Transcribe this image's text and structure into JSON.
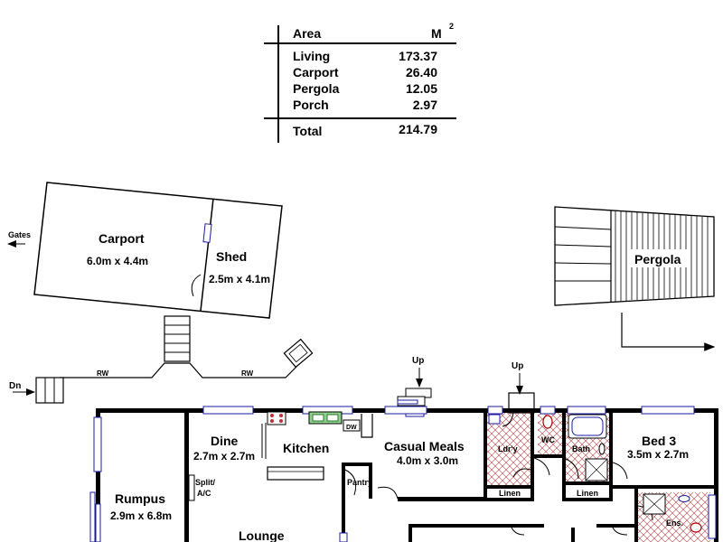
{
  "area_table": {
    "header_area": "Area",
    "header_unit": "M",
    "header_sup": "2",
    "rows": [
      {
        "name": "Living",
        "value": "173.37"
      },
      {
        "name": "Carport",
        "value": "26.40"
      },
      {
        "name": "Pergola",
        "value": "12.05"
      },
      {
        "name": "Porch",
        "value": "2.97"
      }
    ],
    "total_label": "Total",
    "total_value": "214.79"
  },
  "outbuildings": {
    "carport": {
      "name": "Carport",
      "dims": "6.0m x 4.4m"
    },
    "shed": {
      "name": "Shed",
      "dims": "2.5m x 4.1m"
    },
    "pergola": {
      "name": "Pergola"
    },
    "gates": "Gates",
    "dn": "Dn",
    "rw1": "RW",
    "rw2": "RW"
  },
  "house": {
    "up1": "Up",
    "up2": "Up",
    "dine": {
      "name": "Dine",
      "dims": "2.7m x 2.7m"
    },
    "kitchen": {
      "name": "Kitchen"
    },
    "dw": "DW",
    "casual": {
      "name": "Casual Meals",
      "dims": "4.0m x 3.0m"
    },
    "pantry": "Pantry",
    "laundry": "Ldr'y",
    "wc": "WC",
    "bath": "Bath",
    "linen1": "Linen",
    "linen2": "Linen",
    "bed3": {
      "name": "Bed 3",
      "dims": "3.5m x 2.7m"
    },
    "ens": "Ens.",
    "split1": "Split/",
    "split2": "A/C",
    "rumpus": {
      "name": "Rumpus",
      "dims": "2.9m x 6.8m"
    },
    "lounge": "Lounge"
  }
}
